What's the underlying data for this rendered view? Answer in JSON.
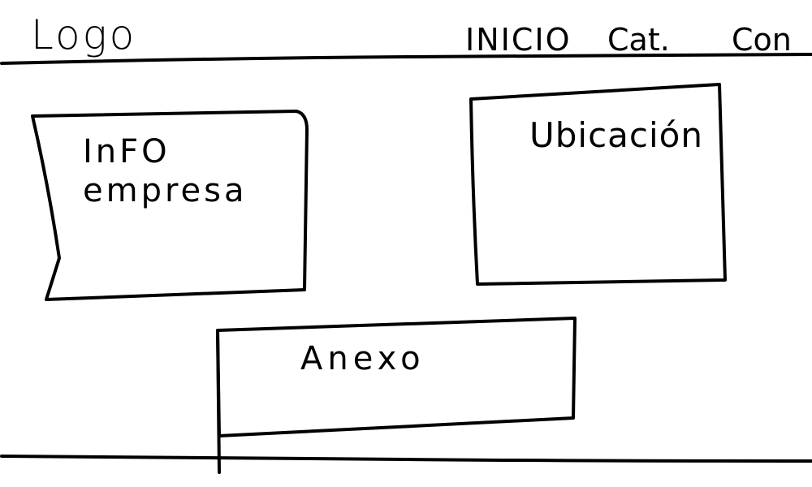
{
  "header": {
    "logo_text": "Logo",
    "nav_items": [
      "INICIO",
      "Cat.",
      "Con"
    ]
  },
  "boxes": {
    "info_line1": "InFO",
    "info_line2": "empresa",
    "ubicacion": "Ubicación",
    "anexo": "Anexo"
  }
}
